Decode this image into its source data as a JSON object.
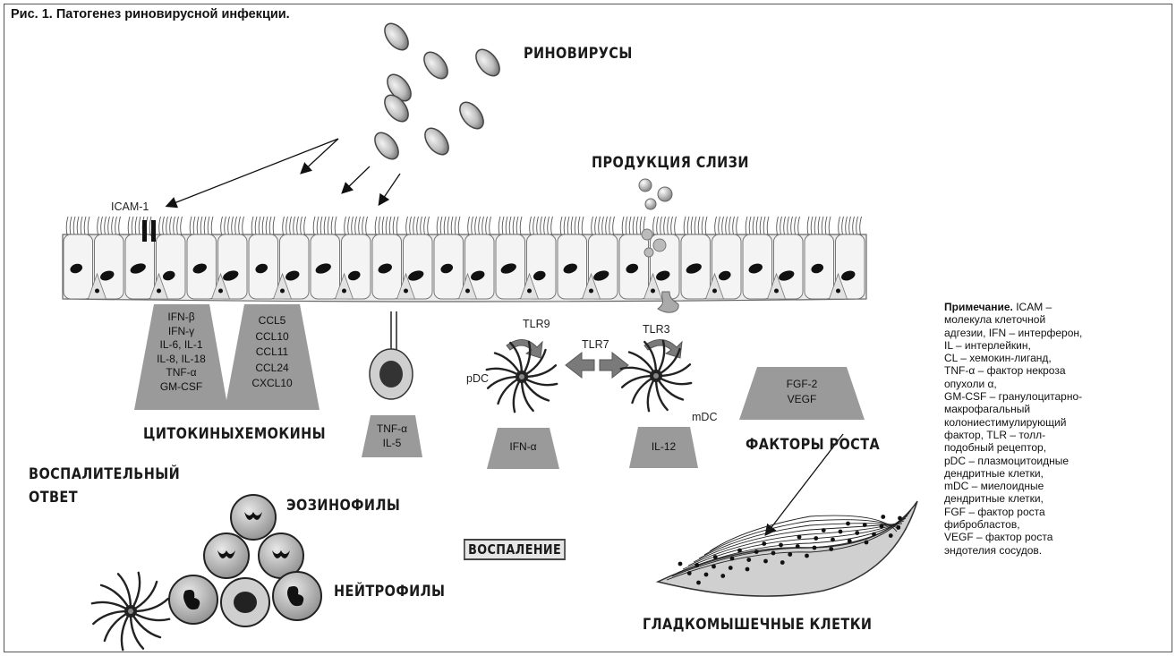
{
  "caption": "Рис. 1. Патогенез риновирусной инфекции.",
  "labels": {
    "rhinoviruses": "РИНОВИРУСЫ",
    "mucus": "ПРОДУКЦИЯ СЛИЗИ",
    "icam": "ICAM-1",
    "cytokines": "ЦИТОКИНЫ",
    "chemokines": "ХЕМОКИНЫ",
    "growth_factors": "ФАКТОРЫ РОСТА",
    "inflammatory_1": "ВОСПАЛИТЕЛЬНЫЙ",
    "inflammatory_2": "ОТВЕТ",
    "eosinophils": "ЭОЗИНОФИЛЫ",
    "neutrophils": "НЕЙТРОФИЛЫ",
    "inflammation": "ВОСПАЛЕНИЕ",
    "smooth_muscle": "ГЛАДКОМЫШЕЧНЫЕ КЛЕТКИ",
    "tlr9": "TLR9",
    "tlr7": "TLR7",
    "tlr3": "TLR3",
    "pdc": "pDC",
    "mdc": "mDC"
  },
  "boxes": {
    "cytokines": [
      "IFN-β",
      "IFN-γ",
      "IL-6, IL-1",
      "IL-8, IL-18",
      "TNF-α",
      "GM-CSF"
    ],
    "chemokines": [
      "CCL5",
      "CCL10",
      "CCL11",
      "CCL24",
      "CXCL10"
    ],
    "eos_cell": [
      "TNF-α",
      "IL-5"
    ],
    "pdc": [
      "IFN-α"
    ],
    "mdc": [
      "IL-12"
    ],
    "growth": [
      "FGF-2",
      "VEGF"
    ]
  },
  "note": {
    "title": "Примечание.",
    "lines": [
      " ICAM –",
      "молекула клеточной",
      "адгезии, IFN – интерферон,",
      "IL – интерлейкин,",
      "CL – хемокин-лиганд,",
      "TNF-α – фактор некроза",
      "опухоли α,",
      "GM-CSF – гранулоцитарно-",
      "макрофагальный",
      "колониестимулирующий",
      "фактор, TLR – толл-",
      "подобный рецептор,",
      "pDC – плазмоцитоидные",
      "дендритные клетки,",
      "mDC – миелоидные",
      "дендритные клетки,",
      "FGF – фактор роста",
      "фибробластов,",
      "VEGF – фактор роста",
      "эндотелия сосудов."
    ]
  }
}
